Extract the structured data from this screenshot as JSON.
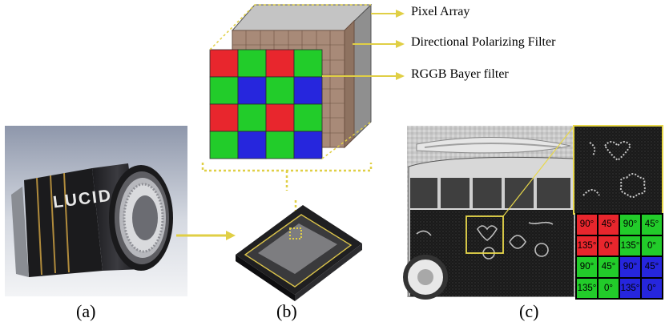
{
  "captions": {
    "a": "(a)",
    "b": "(b)",
    "c": "(c)"
  },
  "camera": {
    "brand_text": "LUCID"
  },
  "sensor_stack": {
    "labels": {
      "pixel_array": "Pixel Array",
      "polarizing_filter": "Directional Polarizing Filter",
      "bayer_filter": "RGGB Bayer filter"
    },
    "bayer_pattern": [
      [
        "red",
        "green",
        "red",
        "green"
      ],
      [
        "green",
        "blue",
        "green",
        "blue"
      ],
      [
        "red",
        "green",
        "red",
        "green"
      ],
      [
        "green",
        "blue",
        "green",
        "blue"
      ]
    ]
  },
  "polarization_grid": {
    "cells": [
      {
        "text": "90°",
        "color": "red"
      },
      {
        "text": "45°",
        "color": "red"
      },
      {
        "text": "90°",
        "color": "green"
      },
      {
        "text": "45°",
        "color": "green"
      },
      {
        "text": "135°",
        "color": "red"
      },
      {
        "text": "0°",
        "color": "red"
      },
      {
        "text": "135°",
        "color": "green"
      },
      {
        "text": "0°",
        "color": "green"
      },
      {
        "text": "90°",
        "color": "green"
      },
      {
        "text": "45°",
        "color": "green"
      },
      {
        "text": "90°",
        "color": "blue"
      },
      {
        "text": "45°",
        "color": "blue"
      },
      {
        "text": "135°",
        "color": "green"
      },
      {
        "text": "0°",
        "color": "green"
      },
      {
        "text": "135°",
        "color": "blue"
      },
      {
        "text": "0°",
        "color": "blue"
      }
    ]
  },
  "colors": {
    "red": "#e8262d",
    "green": "#22cc2a",
    "blue": "#2626dd",
    "callout": "#e0cf45"
  }
}
